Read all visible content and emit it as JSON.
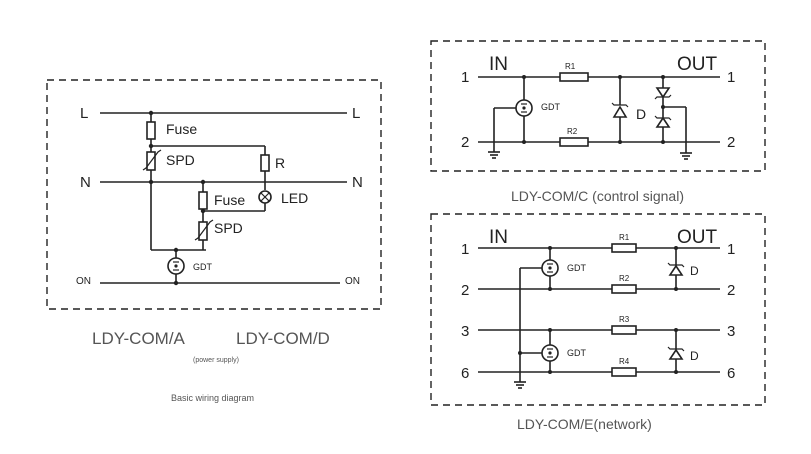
{
  "diagram_a": {
    "line_l_left": "L",
    "line_l_right": "L",
    "line_n_left": "N",
    "line_n_right": "N",
    "line_on_left": "ON",
    "line_on_right": "ON",
    "fuse1": "Fuse",
    "spd1": "SPD",
    "resistor": "R",
    "fuse2": "Fuse",
    "led": "LED",
    "spd2": "SPD",
    "gdt": "GDT",
    "caption_models_a": "LDY-COM/A",
    "caption_models_d": "LDY-COM/D",
    "caption_sub": "(power supply)",
    "caption_basic": "Basic wiring diagram"
  },
  "diagram_c": {
    "in": "IN",
    "out": "OUT",
    "pin1_left": "1",
    "pin1_right": "1",
    "pin2_left": "2",
    "pin2_right": "2",
    "r1": "R1",
    "r2": "R2",
    "gdt": "GDT",
    "diode": "D",
    "caption": "LDY-COM/C (control signal)"
  },
  "diagram_e": {
    "in": "IN",
    "out": "OUT",
    "pin1_left": "1",
    "pin1_right": "1",
    "pin2_left": "2",
    "pin2_right": "2",
    "pin3_left": "3",
    "pin3_right": "3",
    "pin6_left": "6",
    "pin6_right": "6",
    "r1": "R1",
    "r2": "R2",
    "r3": "R3",
    "r4": "R4",
    "gdt1": "GDT",
    "gdt2": "GDT",
    "d1": "D",
    "d2": "D",
    "caption": "LDY-COM/E(network)"
  }
}
